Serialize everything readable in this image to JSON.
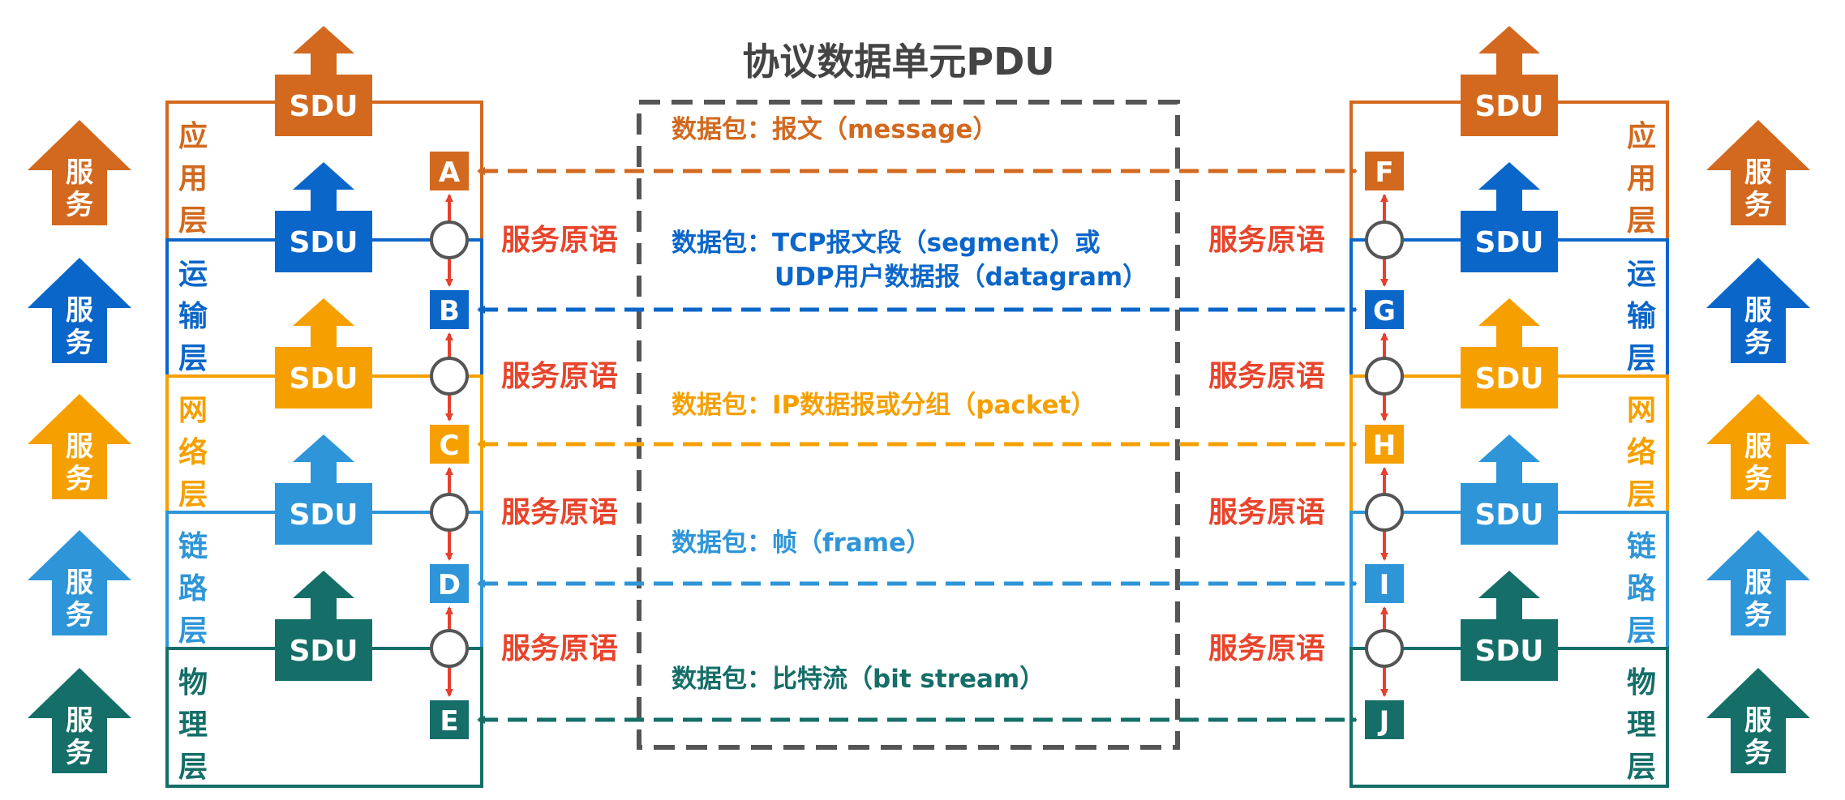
{
  "title": "协议数据单元PDU",
  "colors": {
    "app": "#D2691E",
    "transport": "#0B66C9",
    "network": "#F5A000",
    "link": "#2E95D8",
    "physical": "#156E68",
    "dashed_box": "#555555",
    "primitive_text": "#E8452C",
    "primitive_arrow": "#E5412E"
  },
  "sdu_label": "SDU",
  "service_label": "服务",
  "primitive_label": "服务原语",
  "layers": [
    {
      "id": "app",
      "name": [
        "应",
        "用",
        "层"
      ],
      "left_sap": "A",
      "right_sap": "F",
      "pdu_lines": [
        "数据包：报文（message）"
      ]
    },
    {
      "id": "transport",
      "name": [
        "运",
        "输",
        "层"
      ],
      "left_sap": "B",
      "right_sap": "G",
      "pdu_lines": [
        "数据包：TCP报文段（segment）或",
        "UDP用户数据报（datagram）"
      ]
    },
    {
      "id": "network",
      "name": [
        "网",
        "络",
        "层"
      ],
      "left_sap": "C",
      "right_sap": "H",
      "pdu_lines": [
        "数据包：IP数据报或分组（packet）"
      ]
    },
    {
      "id": "link",
      "name": [
        "链",
        "路",
        "层"
      ],
      "left_sap": "D",
      "right_sap": "I",
      "pdu_lines": [
        "数据包：帧（frame）"
      ]
    },
    {
      "id": "physical",
      "name": [
        "物",
        "理",
        "层"
      ],
      "left_sap": "E",
      "right_sap": "J",
      "pdu_lines": [
        "数据包：比特流（bit stream）"
      ]
    }
  ]
}
